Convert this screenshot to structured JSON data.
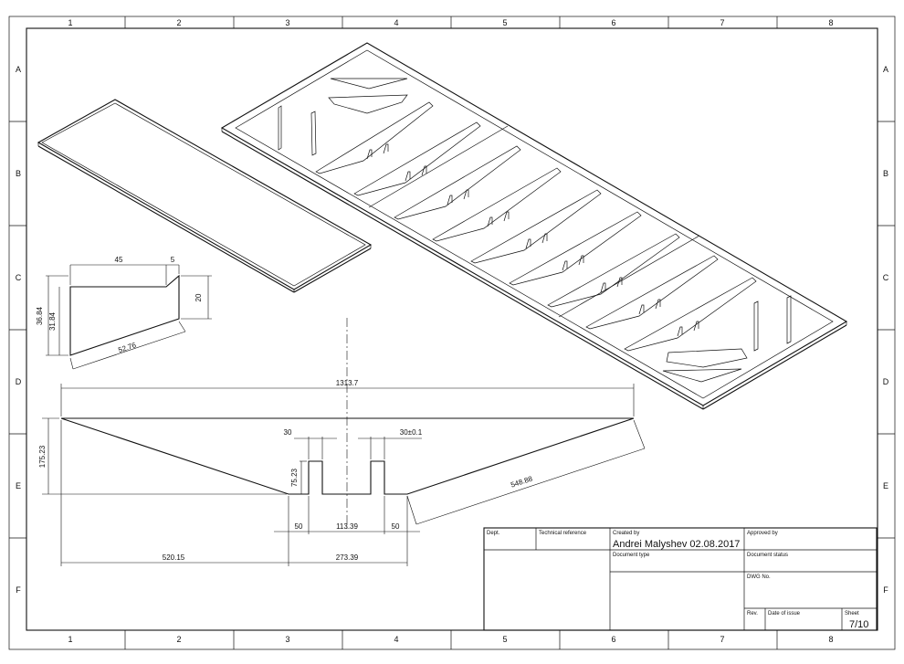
{
  "grid": {
    "columns": [
      "1",
      "2",
      "3",
      "4",
      "5",
      "6",
      "7",
      "8"
    ],
    "rows": [
      "A",
      "B",
      "C",
      "D",
      "E",
      "F"
    ]
  },
  "dimensions": {
    "detail": {
      "d45": "45",
      "d5": "5",
      "d20": "20",
      "d3684": "36.84",
      "d3184": "31.84",
      "d5276": "52.76"
    },
    "main": {
      "overall": "1313.7",
      "height": "175.23",
      "notch_w": "30",
      "notch_w2": "30±0.1",
      "notch_h": "75.23",
      "slope": "548.88",
      "seg_left": "50",
      "seg_mid": "113.39",
      "seg_right": "50",
      "bottom_left": "520.15",
      "bottom_right": "273.39"
    }
  },
  "title_block": {
    "dept_label": "Dept.",
    "tech_ref_label": "Technical reference",
    "created_by_label": "Created by",
    "created_by_value": "Andrei Malyshev 02.08.2017",
    "approved_by_label": "Approved by",
    "doc_type_label": "Document type",
    "doc_status_label": "Document status",
    "dwg_no_label": "DWG No.",
    "rev_label": "Rev.",
    "date_label": "Date of issue",
    "sheet_label": "Sheet",
    "sheet_value": "7/10"
  }
}
